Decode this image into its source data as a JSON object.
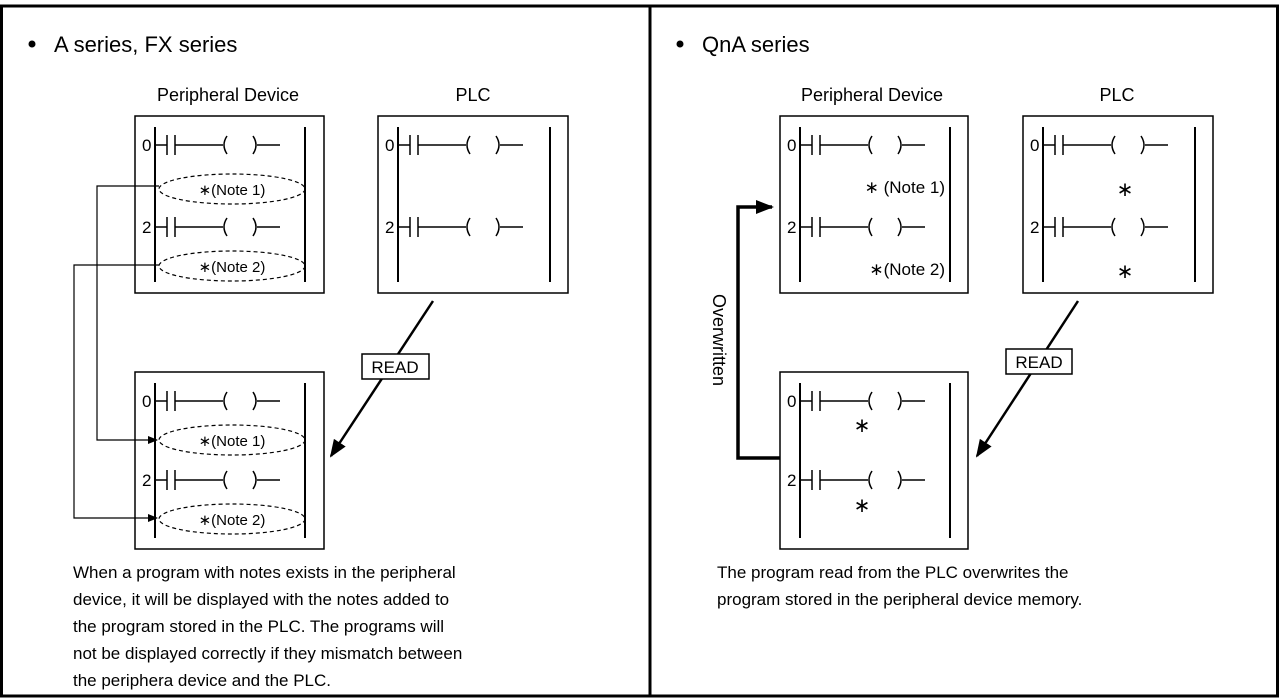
{
  "left": {
    "heading": "A series, FX series",
    "peripheral_label": "Peripheral Device",
    "plc_label": "PLC",
    "step_0": "0",
    "step_2": "2",
    "note_1": "∗(Note 1)",
    "note_2": "∗(Note 2)",
    "read_label": "READ",
    "description_lines": [
      "When a program with notes exists in the peripheral",
      "device, it will be displayed with the notes added to",
      "the program stored in the PLC. The programs will",
      "not be displayed correctly if they mismatch between",
      "the periphera device and the PLC."
    ]
  },
  "right": {
    "heading": "QnA series",
    "peripheral_label": "Peripheral Device",
    "plc_label": "PLC",
    "step_0": "0",
    "step_2": "2",
    "note_1": "∗ (Note 1)",
    "note_2": "∗(Note 2)",
    "asterisk": "∗",
    "read_label": "READ",
    "overwritten_label": "Overwritten",
    "description_lines": [
      "The program read from the PLC overwrites the",
      "program stored in the peripheral device memory."
    ]
  }
}
